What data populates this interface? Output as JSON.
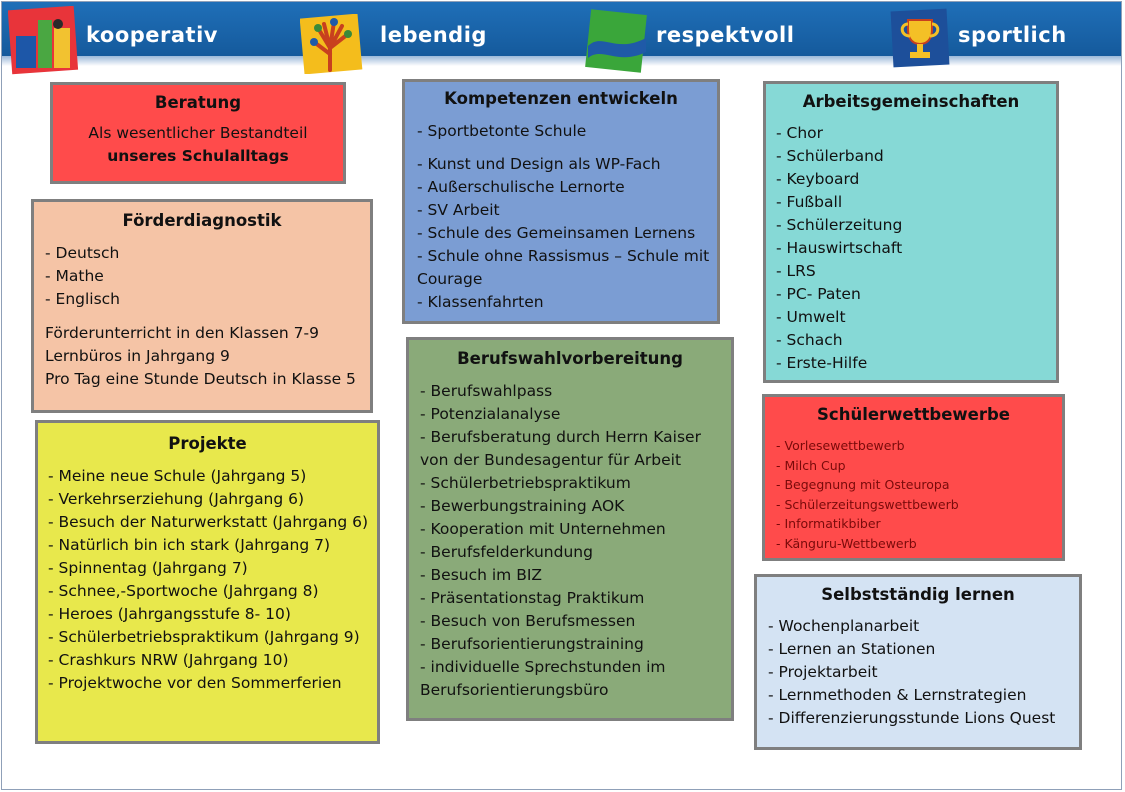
{
  "banner": {
    "mottos": [
      "kooperativ",
      "lebendig",
      "respektvoll",
      "sportlich"
    ]
  },
  "colors": {
    "banner": "#1f6fb8",
    "beratung": "#ff4b4b",
    "foerder": "#f5c4a6",
    "projekte": "#e8e84c",
    "kompetenzen": "#7b9dd3",
    "berufswahl": "#8aaa79",
    "ags": "#86d9d6",
    "wettbewerbe": "#ff4b4b",
    "selbst": "#d4e3f3"
  },
  "beratung": {
    "title": "Beratung",
    "line1": "Als wesentlicher Bestandteil",
    "line2": "unseres Schulalltags"
  },
  "foerder": {
    "title": "Förderdiagnostik",
    "items": [
      "- Deutsch",
      "- Mathe",
      "- Englisch"
    ],
    "notes": [
      "Förderunterricht in den Klassen 7-9",
      "Lernbüros in Jahrgang 9",
      "Pro Tag eine Stunde Deutsch in Klasse 5"
    ]
  },
  "projekte": {
    "title": "Projekte",
    "items": [
      "- Meine neue Schule (Jahrgang 5)",
      "- Verkehrserziehung (Jahrgang 6)",
      "- Besuch der Naturwerkstatt (Jahrgang 6)",
      "- Natürlich bin ich stark (Jahrgang 7)",
      "- Spinnentag (Jahrgang 7)",
      "- Schnee,-Sportwoche (Jahrgang 8)",
      "- Heroes (Jahrgangsstufe 8- 10)",
      "- Schülerbetriebspraktikum (Jahrgang 9)",
      "- Crashkurs NRW (Jahrgang 10)",
      "- Projektwoche vor den Sommerferien"
    ]
  },
  "kompetenzen": {
    "title": "Kompetenzen entwickeln",
    "first": "- Sportbetonte Schule",
    "items": [
      "- Kunst und Design als WP-Fach",
      "- Außerschulische Lernorte",
      "- SV Arbeit",
      "- Schule des Gemeinsamen Lernens",
      "- Schule ohne Rassismus – Schule mit",
      "Courage",
      "- Klassenfahrten"
    ]
  },
  "berufswahl": {
    "title": "Berufswahlvorbereitung",
    "items": [
      "- Berufswahlpass",
      "- Potenzialanalyse",
      "- Berufsberatung durch Herrn Kaiser",
      "von der Bundesagentur für Arbeit",
      "- Schülerbetriebspraktikum",
      "- Bewerbungstraining AOK",
      "- Kooperation mit Unternehmen",
      "- Berufsfelderkundung",
      "- Besuch im BIZ",
      "- Präsentationstag Praktikum",
      "- Besuch von Berufsmessen",
      "- Berufsorientierungstraining",
      "- individuelle Sprechstunden im",
      "Berufsorientierungsbüro"
    ]
  },
  "ags": {
    "title": "Arbeitsgemeinschaften",
    "items": [
      "- Chor",
      "- Schülerband",
      "- Keyboard",
      "- Fußball",
      "- Schülerzeitung",
      "- Hauswirtschaft",
      "- LRS",
      "- PC- Paten",
      "- Umwelt",
      "- Schach",
      "- Erste-Hilfe"
    ]
  },
  "wettbewerbe": {
    "title": "Schülerwettbewerbe",
    "items": [
      "- Vorlesewettbewerb",
      "- Milch Cup",
      "- Begegnung mit Osteuropa",
      "- Schülerzeitungswettbewerb",
      "- Informatikbiber",
      "- Känguru-Wettbewerb"
    ]
  },
  "selbst": {
    "title": "Selbstständig lernen",
    "items": [
      "- Wochenplanarbeit",
      "- Lernen an Stationen",
      "- Projektarbeit",
      "- Lernmethoden & Lernstrategien",
      "- Differenzierungsstunde Lions Quest"
    ]
  }
}
